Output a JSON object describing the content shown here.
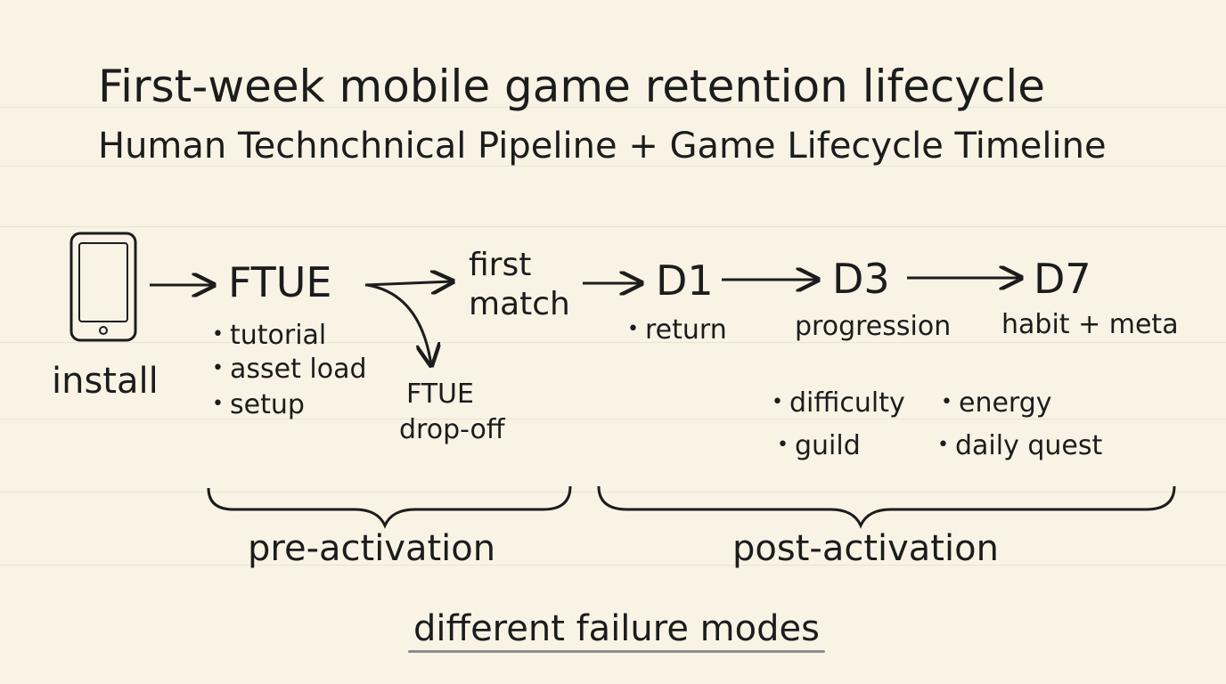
{
  "header": {
    "title": "First-week mobile game retention lifecycle",
    "subtitle": "Human Technchnical Pipeline + Game Lifecycle Timeline"
  },
  "stages": {
    "install": {
      "label": "install",
      "icon": "phone-icon"
    },
    "ftue": {
      "label": "FTUE",
      "bullets": [
        "tutorial",
        "asset load",
        "setup"
      ]
    },
    "first_match": {
      "label_line1": "first",
      "label_line2": "match"
    },
    "ftue_dropoff": {
      "label_line1": "FTUE",
      "label_line2": "drop-off"
    },
    "d1": {
      "label": "D1",
      "bullets": [
        "return"
      ]
    },
    "d3": {
      "label": "D3",
      "note": "progression"
    },
    "d7": {
      "label": "D7",
      "note": "habit + meta"
    }
  },
  "post_factors": [
    "difficulty",
    "energy",
    "guild",
    "daily quest"
  ],
  "phases": {
    "pre": "pre-activation",
    "post": "post-activation"
  },
  "footer": "different failure modes",
  "colors": {
    "ink": "#1c1c1c",
    "paper": "#f8f3e4",
    "rule": "#e9e3d2",
    "underline": "#8c8c8c"
  }
}
